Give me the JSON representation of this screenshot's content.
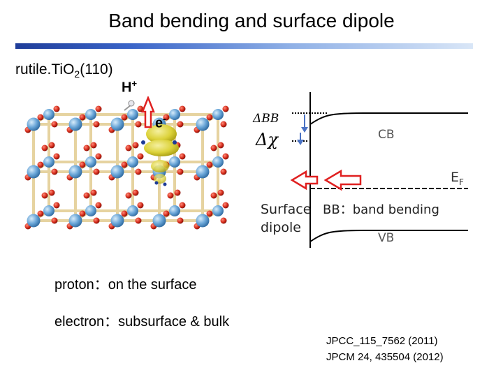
{
  "title": "Band bending and surface dipole",
  "subtitle": {
    "text": "rutile.TiO",
    "sub": "2",
    "suffix": "(110)"
  },
  "crystal_labels": {
    "proton": "H",
    "proton_sup": "+",
    "electron": "e",
    "electron_sup": "-"
  },
  "band_diagram": {
    "cb": "CB",
    "vb": "VB",
    "ef": "E",
    "ef_sub": "F",
    "delta_bb": "ΔBB",
    "delta_chi": "Δχ",
    "surface_dipole_line1": "Surface",
    "surface_dipole_line2": "dipole",
    "bb_label": "BB：band bending"
  },
  "notes": {
    "proton": "proton：on the surface",
    "electron": "electron：subsurface & bulk"
  },
  "references": [
    "JPCC_115_7562 (2011)",
    "JPCM 24, 435504 (2012)"
  ],
  "colors": {
    "title_bar": "#1f3d99",
    "arrow_outline": "#e02020",
    "small_arrow": "#4a72c4",
    "oxygen": "#d42b1a",
    "titanium": "#6aa6d8",
    "bond": "#e6d3a0",
    "electron_density": "#dcd23a"
  }
}
